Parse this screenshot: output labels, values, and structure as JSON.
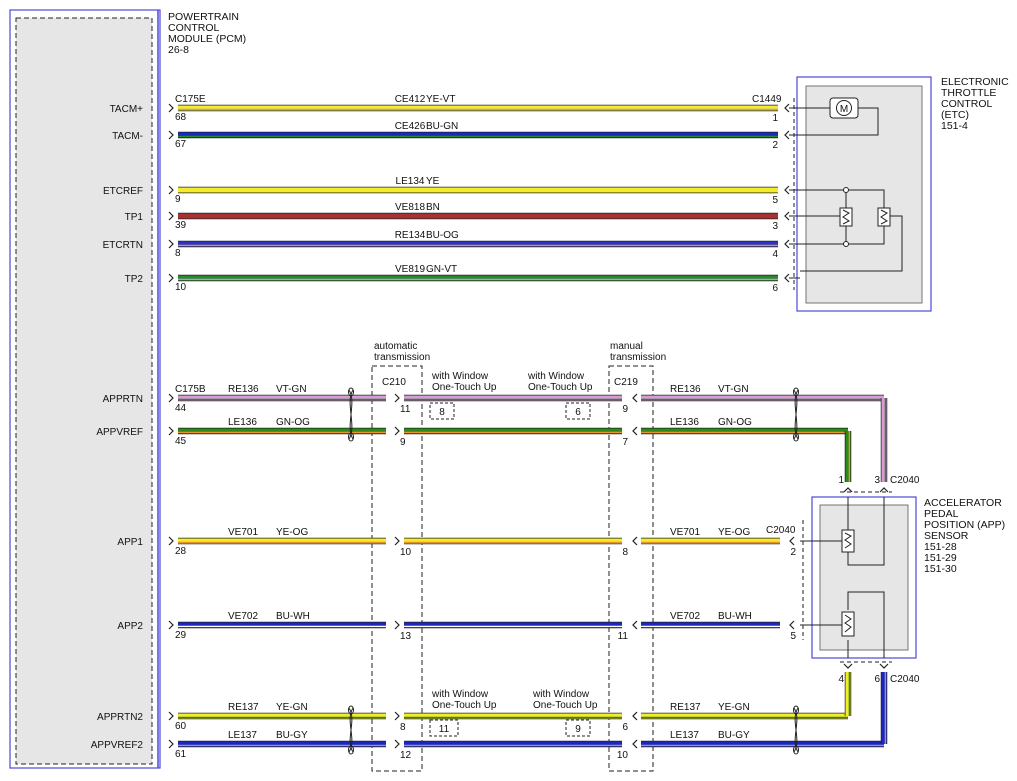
{
  "pcm": {
    "title_lines": [
      "POWERTRAIN",
      "CONTROL",
      "MODULE (PCM)",
      "26-8"
    ],
    "connector_top": "C175E",
    "connector_bottom": "C175B"
  },
  "etc": {
    "title_lines": [
      "ELECTRONIC",
      "THROTTLE",
      "CONTROL",
      "(ETC)",
      "151-4"
    ],
    "connector": "C1449",
    "motor_symbol": "M"
  },
  "app_sensor": {
    "title_lines": [
      "ACCELERATOR",
      "PEDAL",
      "POSITION (APP)",
      "SENSOR",
      "151-28",
      "151-29",
      "151-30"
    ],
    "connector": "C2040"
  },
  "inline_connectors": {
    "c210": {
      "name": "C210",
      "note_lines": [
        "automatic",
        "transmission"
      ]
    },
    "c219": {
      "name": "C219",
      "note_lines": [
        "manual",
        "transmission"
      ]
    }
  },
  "window_notes": {
    "line1": "with Window",
    "line2": "One-Touch Up"
  },
  "etc_circuits": [
    {
      "signal": "TACM+",
      "pcm_pin": "68",
      "circuit": "CE412",
      "color_code": "YE-VT",
      "etc_pin": "1",
      "wire_color": "#f4ec2a",
      "stripe_color": "#b898d8"
    },
    {
      "signal": "TACM-",
      "pcm_pin": "67",
      "circuit": "CE426",
      "color_code": "BU-GN",
      "etc_pin": "2",
      "wire_color": "#1a26c8",
      "stripe_color": "#2a8a2a"
    },
    {
      "signal": "ETCREF",
      "pcm_pin": "9",
      "circuit": "LE134",
      "color_code": "YE",
      "etc_pin": "5",
      "wire_color": "#f4ec2a",
      "stripe_color": "#f4ec2a"
    },
    {
      "signal": "TP1",
      "pcm_pin": "39",
      "circuit": "VE818",
      "color_code": "BN",
      "etc_pin": "3",
      "wire_color": "#a83232",
      "stripe_color": "#a83232"
    },
    {
      "signal": "ETCRTN",
      "pcm_pin": "8",
      "circuit": "RE134",
      "color_code": "BU-OG",
      "etc_pin": "4",
      "wire_color": "#2a34c8",
      "stripe_color": "#e8962a"
    },
    {
      "signal": "TP2",
      "pcm_pin": "10",
      "circuit": "VE819",
      "color_code": "GN-VT",
      "etc_pin": "6",
      "wire_color": "#2a8a2a",
      "stripe_color": "#b898d8"
    }
  ],
  "app_circuits": [
    {
      "signal": "APPRTN",
      "pcm_pin": "44",
      "circuit": "RE136",
      "color_code": "VT-GN",
      "c210_pin": "11",
      "c219_pin": "9",
      "sensor_pin": "3",
      "wire_color": "#d89ad8",
      "stripe_color": "#2a8a2a",
      "note_left": "8",
      "note_right": "6"
    },
    {
      "signal": "APPVREF",
      "pcm_pin": "45",
      "circuit": "LE136",
      "color_code": "GN-OG",
      "c210_pin": "9",
      "c219_pin": "7",
      "sensor_pin": "1",
      "wire_color": "#2a8a1a",
      "stripe_color": "#e8962a"
    },
    {
      "signal": "APP1",
      "pcm_pin": "28",
      "circuit": "VE701",
      "color_code": "YE-OG",
      "c210_pin": "10",
      "c219_pin": "8",
      "sensor_pin": "2",
      "wire_color": "#f4ec2a",
      "stripe_color": "#e8962a"
    },
    {
      "signal": "APP2",
      "pcm_pin": "29",
      "circuit": "VE702",
      "color_code": "BU-WH",
      "c210_pin": "13",
      "c219_pin": "11",
      "sensor_pin": "5",
      "wire_color": "#1a26c8",
      "stripe_color": "#ffffff"
    },
    {
      "signal": "APPRTN2",
      "pcm_pin": "60",
      "circuit": "RE137",
      "color_code": "YE-GN",
      "c210_pin": "8",
      "c219_pin": "6",
      "sensor_pin": "4",
      "wire_color": "#f4ec2a",
      "stripe_color": "#2a8a2a",
      "note_left": "11",
      "note_right": "9"
    },
    {
      "signal": "APPVREF2",
      "pcm_pin": "61",
      "circuit": "LE137",
      "color_code": "BU-GY",
      "c210_pin": "12",
      "c219_pin": "10",
      "sensor_pin": "6",
      "wire_color": "#1a26c8",
      "stripe_color": "#9a9a9a"
    }
  ]
}
